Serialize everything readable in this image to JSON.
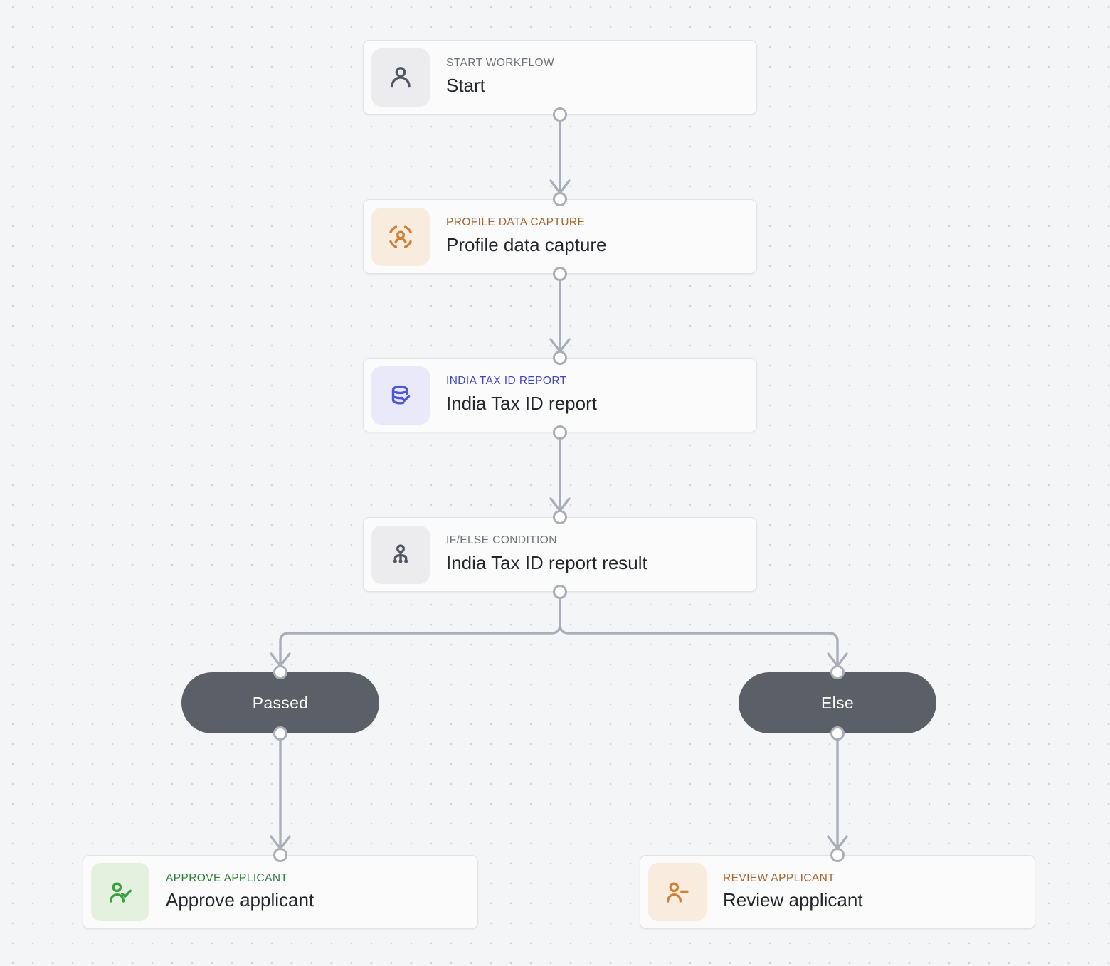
{
  "workflow": {
    "nodes": [
      {
        "id": "start",
        "type_label": "START WORKFLOW",
        "title": "Start",
        "icon": "user-icon",
        "accent": "gray"
      },
      {
        "id": "profile",
        "type_label": "PROFILE DATA CAPTURE",
        "title": "Profile data capture",
        "icon": "user-scan-icon",
        "accent": "orange"
      },
      {
        "id": "india",
        "type_label": "INDIA TAX ID REPORT",
        "title": "India Tax ID report",
        "icon": "database-check-icon",
        "accent": "indigo"
      },
      {
        "id": "ifelse",
        "type_label": "IF/ELSE CONDITION",
        "title": "India Tax ID report result",
        "icon": "branch-icon",
        "accent": "gray"
      },
      {
        "id": "approve",
        "type_label": "APPROVE APPLICANT",
        "title": "Approve applicant",
        "icon": "user-check-icon",
        "accent": "green"
      },
      {
        "id": "review",
        "type_label": "REVIEW APPLICANT",
        "title": "Review applicant",
        "icon": "user-minus-icon",
        "accent": "orange"
      }
    ],
    "branch_labels": [
      {
        "label": "Passed"
      },
      {
        "label": "Else"
      }
    ],
    "colors": {
      "canvas_background": "#f4f5f7",
      "grid_dot": "#d2d4da",
      "node_background": "#fbfbfc",
      "node_border": "#e1e3e8",
      "node_title_text": "#23262c",
      "connector": "#a9aeb9",
      "pill_background": "#5b5f68",
      "pill_text": "#ffffff",
      "accent_gray_label": "#6d727b",
      "accent_gray_tile": "#ececef",
      "accent_orange_label": "#a5622b",
      "accent_orange_tile": "#f8ecdf",
      "accent_indigo_label": "#3f45c6",
      "accent_indigo_tile": "#e9e9fa",
      "accent_green_label": "#2f7e38",
      "accent_green_tile": "#e4f1df"
    }
  }
}
